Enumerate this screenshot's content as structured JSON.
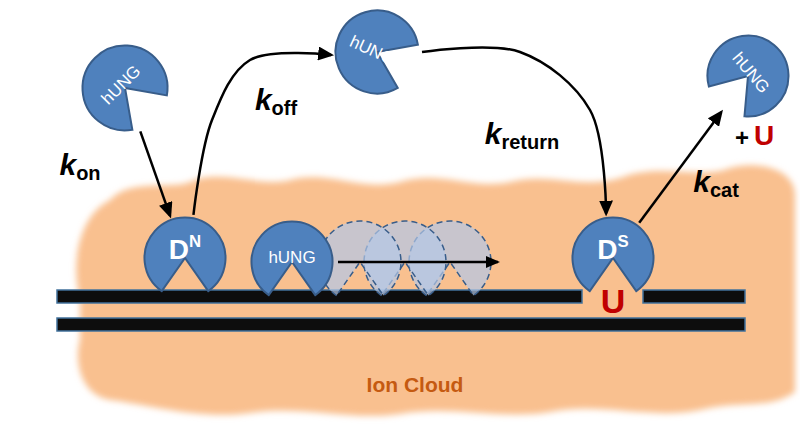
{
  "diagram": {
    "nodes": [
      {
        "text": [
          "hUNG"
        ]
      },
      {
        "text": [
          "DN"
        ]
      },
      {
        "text": [
          "hUNG"
        ]
      },
      {
        "text": [
          "hUNG"
        ]
      },
      {
        "text": [
          "DS"
        ]
      },
      {
        "text": [
          "hUNG"
        ]
      }
    ],
    "edges": [
      {
        "from": 0,
        "to": 1,
        "arrow": "to",
        "label": "kon"
      },
      {
        "from": 1,
        "to": 3,
        "arrow": "to",
        "label": "koff"
      },
      {
        "from": 3,
        "to": 4,
        "arrow": "to",
        "label": "kreturn"
      },
      {
        "from": 4,
        "to": 5,
        "arrow": "to",
        "label": "kcat"
      }
    ],
    "labels": [
      "+",
      "U",
      "U",
      "Ion Cloud"
    ]
  }
}
